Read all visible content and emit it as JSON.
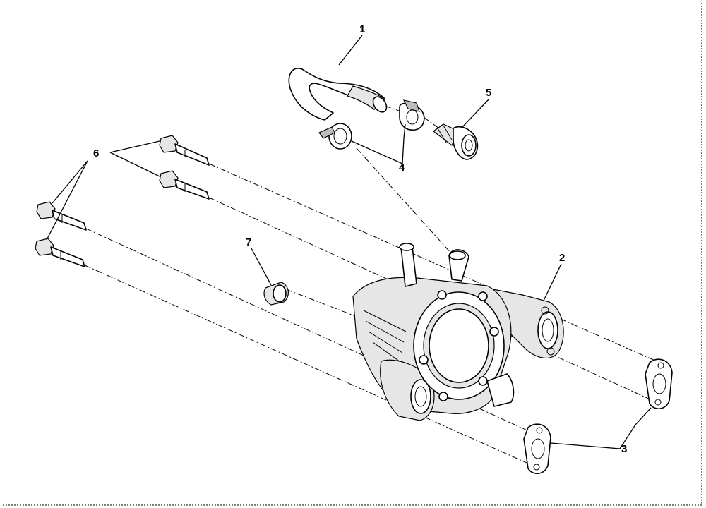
{
  "callouts": {
    "c1": "1",
    "c2": "2",
    "c3": "3",
    "c4": "4",
    "c5": "5",
    "c6": "6",
    "c7": "7"
  },
  "colors": {
    "line": "#000000",
    "background": "#ffffff",
    "shade": "#e6e6e6"
  }
}
